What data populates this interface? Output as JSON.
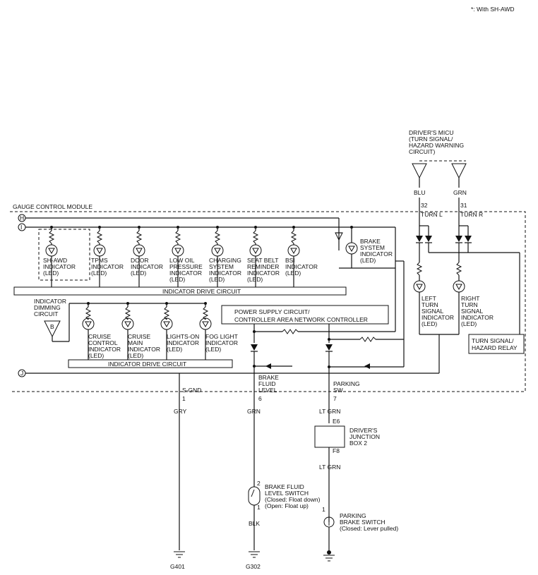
{
  "note": "*: With SH-AWD",
  "module": "GAUGE CONTROL MODULE",
  "nodes": {
    "h": "H",
    "i": "I",
    "j": "J",
    "b": "B"
  },
  "micu": {
    "title_lines": [
      "DRIVER'S MICU",
      "(TURN SIGNAL/",
      "HAZARD WARNING",
      "CIRCUIT)"
    ]
  },
  "wires": {
    "blu": "BLU",
    "grn": "GRN",
    "gry": "GRY",
    "grn2": "GRN",
    "ltgrn": "LT GRN",
    "ltgrn2": "LT GRN",
    "blk": "BLK"
  },
  "pins": {
    "turn_l": {
      "num": "32",
      "label": "TURN L"
    },
    "turn_r": {
      "num": "31",
      "label": "TURN R"
    },
    "sgnd": {
      "num": "1",
      "label": "S-GND"
    },
    "brake_fluid": {
      "num": "6",
      "label_lines": [
        "BRAKE",
        "FLUID",
        "LEVEL"
      ]
    },
    "parking": {
      "num": "7",
      "label_lines": [
        "PARKING",
        "SW"
      ]
    }
  },
  "indicators_top": [
    {
      "lines": [
        "SH-AWD",
        "INDICATOR",
        "(LED)"
      ]
    },
    {
      "lines": [
        "TPMS",
        "INDICATOR",
        "(LED)"
      ]
    },
    {
      "lines": [
        "DOOR",
        "INDICATOR",
        "(LED)"
      ]
    },
    {
      "lines": [
        "LOW OIL",
        "PRESSURE",
        "INDICATOR",
        "(LED)"
      ]
    },
    {
      "lines": [
        "CHARGING",
        "SYSTEM",
        "INDICATOR",
        "(LED)"
      ]
    },
    {
      "lines": [
        "SEAT BELT",
        "REMINDER",
        "INDICATOR",
        "(LED)"
      ]
    },
    {
      "lines": [
        "BSI",
        "INDICATOR",
        "(LED)"
      ]
    }
  ],
  "brake_indicator": {
    "lines": [
      "BRAKE",
      "SYSTEM",
      "INDICATOR",
      "(LED)"
    ]
  },
  "indicators_bottom": [
    {
      "lines": [
        "CRUISE",
        "CONTROL",
        "INDICATOR",
        "(LED)"
      ]
    },
    {
      "lines": [
        "CRUISE",
        "MAIN",
        "INDICATOR",
        "(LED)"
      ]
    },
    {
      "lines": [
        "LIGHTS-ON",
        "INDICATOR",
        "(LED)"
      ]
    },
    {
      "lines": [
        "FOG LIGHT",
        "INDICATOR",
        "(LED)"
      ]
    }
  ],
  "turn_indicators": [
    {
      "lines": [
        "LEFT",
        "TURN",
        "SIGNAL",
        "INDICATOR",
        "(LED)"
      ]
    },
    {
      "lines": [
        "RIGHT",
        "TURN",
        "SIGNAL",
        "INDICATOR",
        "(LED)"
      ]
    }
  ],
  "drive_circuit_top": "INDICATOR DRIVE CIRCUIT",
  "drive_circuit_bottom": "INDICATOR DRIVE CIRCUIT",
  "dimming": {
    "lines": [
      "INDICATOR",
      "DIMMING",
      "CIRCUIT"
    ]
  },
  "power_supply": {
    "lines": [
      "POWER SUPPLY CIRCUIT/",
      "CONTROLLER AREA NETWORK CONTROLLER"
    ]
  },
  "relay": {
    "lines": [
      "TURN SIGNAL/",
      "HAZARD RELAY"
    ]
  },
  "junction": {
    "lines": [
      "DRIVER'S",
      "JUNCTION",
      "BOX 2"
    ],
    "pin_top": "E6",
    "pin_bottom": "F8"
  },
  "brake_switch": {
    "lines": [
      "BRAKE FLUID",
      "LEVEL SWITCH",
      "(Closed: Float down)",
      "(Open: Float up)"
    ],
    "pin_top": "2",
    "pin_bottom": "1"
  },
  "parking_switch": {
    "lines": [
      "PARKING",
      "BRAKE SWITCH",
      "(Closed: Lever pulled)"
    ],
    "pin_top": "1"
  },
  "grounds": {
    "g401": "G401",
    "g302": "G302"
  }
}
